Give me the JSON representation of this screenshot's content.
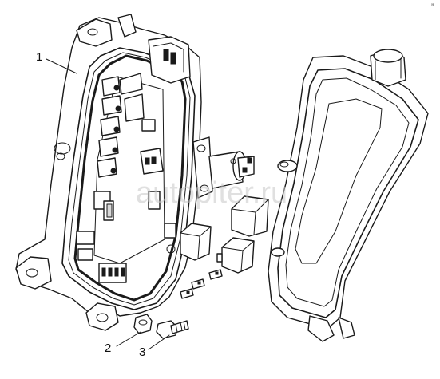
{
  "callouts": [
    {
      "id": "1",
      "label": "1"
    },
    {
      "id": "2",
      "label": "2"
    },
    {
      "id": "3",
      "label": "3"
    }
  ],
  "watermark": {
    "text": "autopiter.ru"
  },
  "corner_mark": "”"
}
